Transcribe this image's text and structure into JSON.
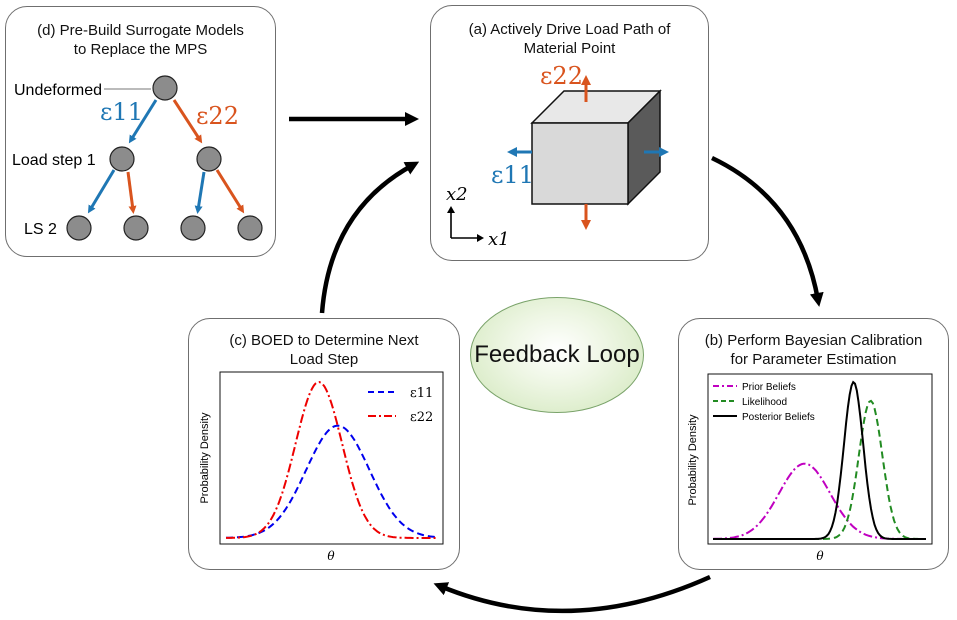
{
  "panel_d": {
    "title_line1": "(d) Pre-Build Surrogate Models",
    "title_line2": "to Replace the MPS",
    "label_undeformed": "Undeformed",
    "label_step1": "Load step 1",
    "label_ls2": "LS 2",
    "eps11": "ε11",
    "eps22": "ε22"
  },
  "panel_a": {
    "title_line1": "(a) Actively Drive Load Path of",
    "title_line2": "Material Point",
    "eps22": "ε22",
    "eps11": "ε11",
    "axis_x1": "x1",
    "axis_x2": "x2"
  },
  "panel_b": {
    "title_line1": "(b) Perform Bayesian Calibration",
    "title_line2": "for Parameter Estimation",
    "ylabel": "Probability Density",
    "xlabel": "θ",
    "legend": [
      "Prior Beliefs",
      "Likelihood",
      "Posterior Beliefs"
    ]
  },
  "panel_c": {
    "title_line1": "(c) BOED to Determine Next",
    "title_line2": "Load Step",
    "ylabel": "Probability Density",
    "xlabel": "θ",
    "legend": [
      "ε11",
      "ε22"
    ]
  },
  "center": {
    "label": "Feedback Loop"
  },
  "colors": {
    "blue": "#1f77b4",
    "orange": "#d9541e",
    "node": "#8c8c8c",
    "border": "#6f6f6f"
  },
  "chart_data": [
    {
      "type": "line",
      "title": "(b) Perform Bayesian Calibration for Parameter Estimation",
      "xlabel": "θ",
      "ylabel": "Probability Density",
      "grid": false,
      "legend_position": "top-left",
      "series": [
        {
          "name": "Prior Beliefs",
          "style": "dash-dot",
          "color": "#c000c0",
          "mean": 0.43,
          "sd": 0.12,
          "peak": 0.48
        },
        {
          "name": "Likelihood",
          "style": "dashed",
          "color": "#228b22",
          "mean": 0.74,
          "sd": 0.055,
          "peak": 0.88
        },
        {
          "name": "Posterior Beliefs",
          "style": "solid",
          "color": "#000000",
          "mean": 0.66,
          "sd": 0.045,
          "peak": 1.0
        }
      ]
    },
    {
      "type": "line",
      "title": "(c) BOED to Determine Next Load Step",
      "xlabel": "θ",
      "ylabel": "Probability Density",
      "grid": false,
      "legend_position": "top-right",
      "series": [
        {
          "name": "ε11",
          "style": "dashed",
          "color": "#0000ee",
          "mean": 0.53,
          "sd": 0.15,
          "peak": 0.72
        },
        {
          "name": "ε22",
          "style": "dash-dot",
          "color": "#ee0000",
          "mean": 0.44,
          "sd": 0.11,
          "peak": 1.0
        }
      ]
    }
  ]
}
